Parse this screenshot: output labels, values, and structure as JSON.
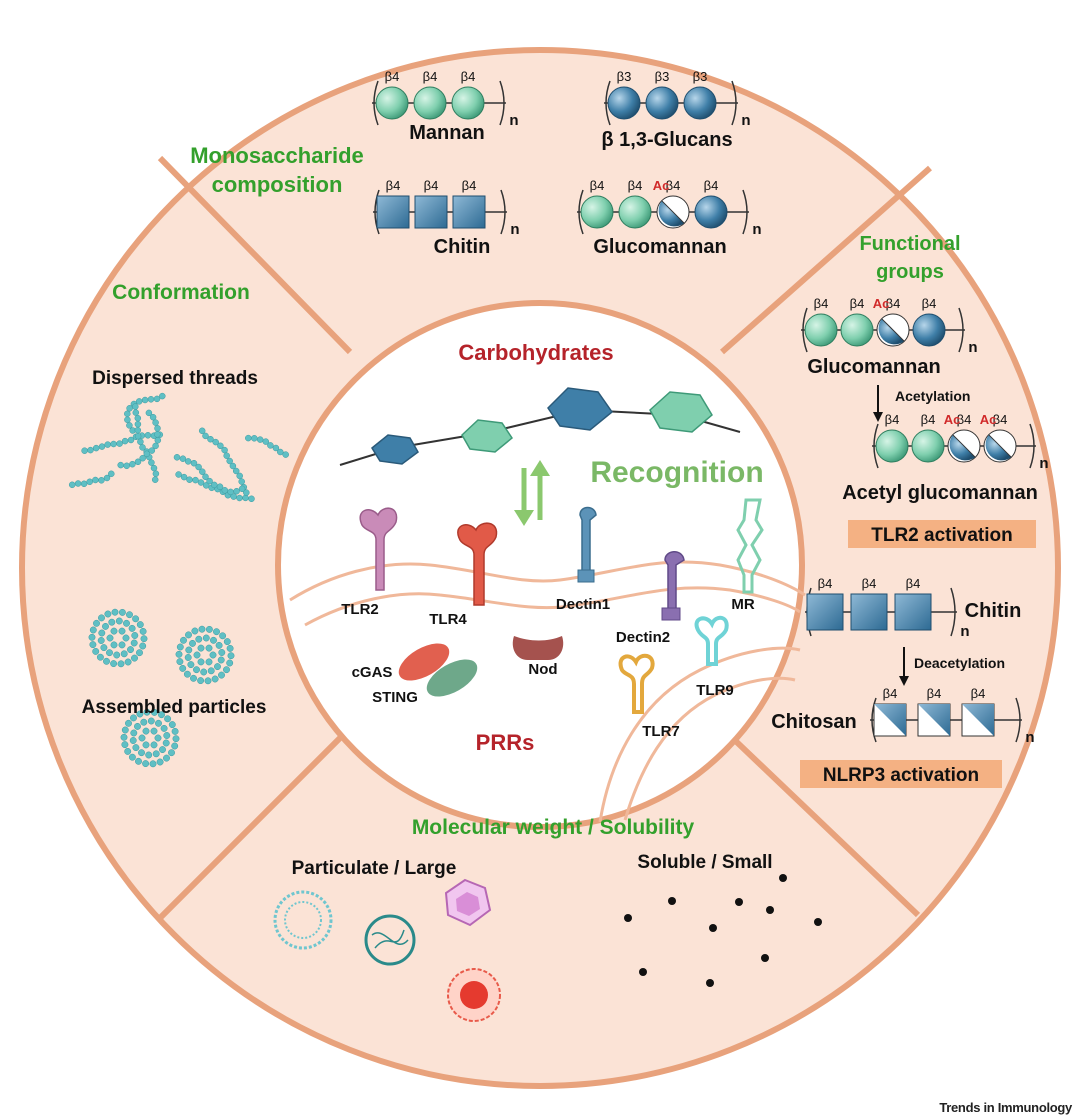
{
  "sections": {
    "monosaccharide": {
      "title_line1": "Monosaccharide",
      "title_line2": "composition",
      "mannan": {
        "label": "Mannan",
        "bonds": [
          "β4",
          "β4",
          "β4"
        ],
        "n": "n"
      },
      "glucans": {
        "label": "β 1,3-Glucans",
        "bonds": [
          "β3",
          "β3",
          "β3"
        ],
        "n": "n"
      },
      "chitin": {
        "label": "Chitin",
        "bonds": [
          "β4",
          "β4",
          "β4"
        ],
        "n": "n"
      },
      "glucomannan": {
        "label": "Glucomannan",
        "bonds": [
          "β4",
          "β4",
          "β4",
          "β4"
        ],
        "ac": "Ac",
        "n": "n"
      }
    },
    "functional": {
      "title_line1": "Functional",
      "title_line2": "groups",
      "glucomannan": {
        "label": "Glucomannan",
        "bonds": [
          "β4",
          "β4",
          "β4",
          "β4"
        ],
        "ac": "Ac",
        "n": "n"
      },
      "acetylation": "Acetylation",
      "acetyl_glucomannan": {
        "label": "Acetyl glucomannan",
        "bonds": [
          "β4",
          "β4",
          "β4",
          "β4"
        ],
        "ac": "Ac",
        "n": "n"
      },
      "tlr2_activation": "TLR2 activation",
      "chitin": {
        "label": "Chitin",
        "bonds": [
          "β4",
          "β4",
          "β4"
        ],
        "n": "n"
      },
      "deacetylation": "Deacetylation",
      "chitosan": {
        "label": "Chitosan",
        "bonds": [
          "β4",
          "β4",
          "β4"
        ],
        "n": "n"
      },
      "nlrp3_activation": "NLRP3 activation"
    },
    "conformation": {
      "title": "Conformation",
      "dispersed": "Dispersed threads",
      "assembled": "Assembled particles"
    },
    "molecular": {
      "title": "Molecular weight / Solubility",
      "particulate": "Particulate / Large",
      "soluble": "Soluble / Small"
    }
  },
  "center": {
    "carbohydrates": "Carbohydrates",
    "recognition": "Recognition",
    "prrs": "PRRs",
    "receptors": {
      "tlr2": "TLR2",
      "tlr4": "TLR4",
      "dectin1": "Dectin1",
      "dectin2": "Dectin2",
      "mr": "MR",
      "cgas": "cGAS",
      "sting": "STING",
      "nod": "Nod",
      "tlr7": "TLR7",
      "tlr9": "TLR9"
    }
  },
  "credit": "Trends in Immunology",
  "colors": {
    "ring_fill": "#fbe3d6",
    "ring_stroke": "#e8a27c",
    "green_sugar": "#7fcfae",
    "blue_sugar": "#3f7fa8",
    "title_green": "#33a02c",
    "title_red": "#b5232a",
    "activation_box": "#f4b183"
  }
}
